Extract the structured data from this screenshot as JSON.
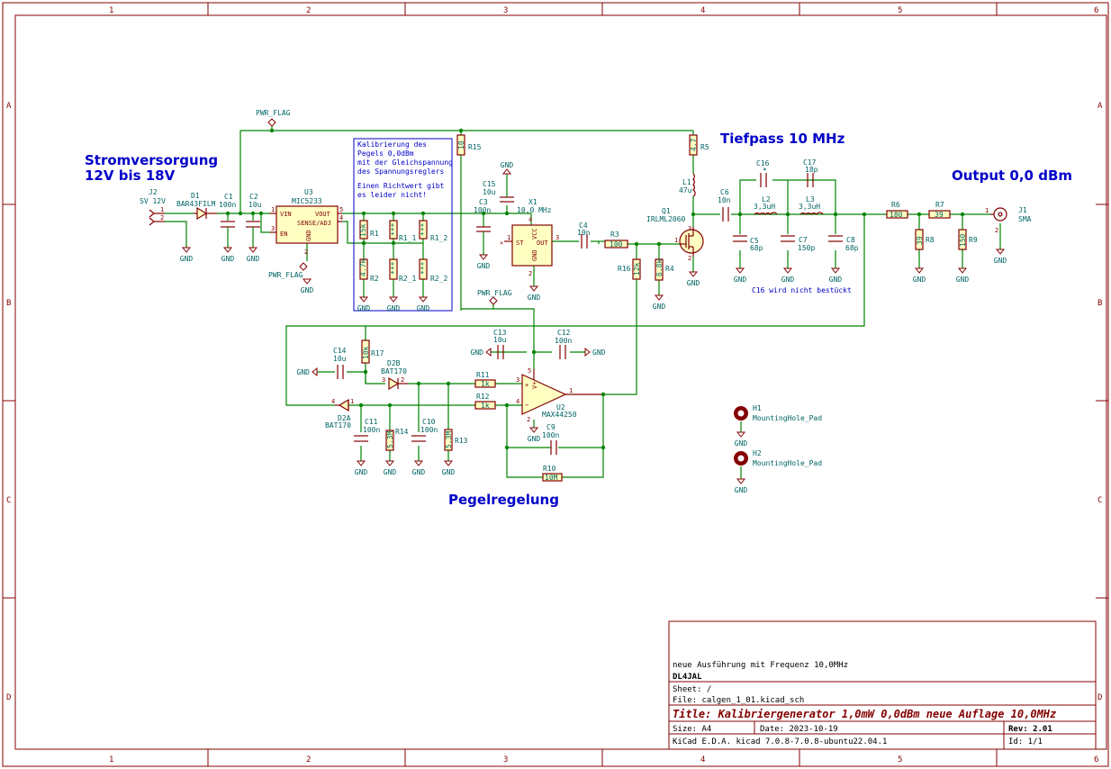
{
  "border": {
    "columns": [
      "1",
      "2",
      "3",
      "4",
      "5",
      "6"
    ],
    "rows": [
      "A",
      "B",
      "C",
      "D"
    ]
  },
  "headings": {
    "power_title": "Stromversorgung",
    "power_range": "12V bis 18V",
    "lowpass": "Tiefpass 10 MHz",
    "output": "Output 0,0 dBm",
    "level_control": "Pegelregelung"
  },
  "notes": {
    "calibration_lines": [
      "Kalibrierung des",
      "Pegels 0,0dBm",
      "mit der Gleichspannung",
      "des Spannungsreglers"
    ],
    "calibration_hint_lines": [
      "Einen Richtwert gibt",
      "es leider nicht!"
    ],
    "c16_note": "C16 wird nicht bestückt"
  },
  "components": {
    "J2": {
      "ref": "J2",
      "value": "SV 12V"
    },
    "D1": {
      "ref": "D1",
      "value": "BAR43FILM"
    },
    "C1": {
      "ref": "C1",
      "value": "100n"
    },
    "C2": {
      "ref": "C2",
      "value": "10u"
    },
    "U3": {
      "ref": "U3",
      "value": "MIC5233",
      "pins": {
        "vin": "VIN",
        "en": "EN",
        "vout": "VOUT",
        "sense": "SENSE/ADJ",
        "gnd": "GND"
      }
    },
    "R1": {
      "ref": "R1",
      "value": "15k"
    },
    "R1_1": {
      "ref": "R1_1",
      "value": "***"
    },
    "R1_2": {
      "ref": "R1_2",
      "value": "***"
    },
    "R2": {
      "ref": "R2",
      "value": "4.7k"
    },
    "R2_1": {
      "ref": "R2_1",
      "value": "***"
    },
    "R2_2": {
      "ref": "R2_2",
      "value": "***"
    },
    "R15": {
      "ref": "R15",
      "value": "10"
    },
    "C15": {
      "ref": "C15",
      "value": "10u"
    },
    "C3": {
      "ref": "C3",
      "value": "100n"
    },
    "X1": {
      "ref": "X1",
      "value": "10,0 MHz",
      "pins": {
        "st": "ST",
        "out": "OUT",
        "vcc": "VCC",
        "gnd": "GND"
      }
    },
    "C4": {
      "ref": "C4",
      "value": "10n"
    },
    "R3": {
      "ref": "R3",
      "value": "100"
    },
    "R16": {
      "ref": "R16",
      "value": "12k"
    },
    "R4": {
      "ref": "R4",
      "value": "6.8k"
    },
    "R5": {
      "ref": "R5",
      "value": "4.7"
    },
    "L1": {
      "ref": "L1",
      "value": "47u"
    },
    "Q1": {
      "ref": "Q1",
      "value": "IRLML2060"
    },
    "C6": {
      "ref": "C6",
      "value": "10n"
    },
    "C5": {
      "ref": "C5",
      "value": "68p"
    },
    "C16": {
      "ref": "C16",
      "value": "*"
    },
    "L2": {
      "ref": "L2",
      "value": "3,3uH"
    },
    "C7": {
      "ref": "C7",
      "value": "150p"
    },
    "C17": {
      "ref": "C17",
      "value": "18p"
    },
    "L3": {
      "ref": "L3",
      "value": "3,3uH"
    },
    "C8": {
      "ref": "C8",
      "value": "68p"
    },
    "R6": {
      "ref": "R6",
      "value": "180"
    },
    "R7": {
      "ref": "R7",
      "value": "39"
    },
    "R8": {
      "ref": "R8",
      "value": "39"
    },
    "R9": {
      "ref": "R9",
      "value": "150"
    },
    "J1": {
      "ref": "J1",
      "value": "SMA"
    },
    "C13": {
      "ref": "C13",
      "value": "10u"
    },
    "C12": {
      "ref": "C12",
      "value": "100n"
    },
    "C14": {
      "ref": "C14",
      "value": "10u"
    },
    "R17": {
      "ref": "R17",
      "value": "10k"
    },
    "D2B": {
      "ref": "D2B",
      "value": "BAT170"
    },
    "D2A": {
      "ref": "D2A",
      "value": "BAT170"
    },
    "R11": {
      "ref": "R11",
      "value": "1k"
    },
    "R12": {
      "ref": "R12",
      "value": "1k"
    },
    "U2": {
      "ref": "U2",
      "value": "MAX44250"
    },
    "C11": {
      "ref": "C11",
      "value": "100n"
    },
    "R14": {
      "ref": "R14",
      "value": "5.3M"
    },
    "C10": {
      "ref": "C10",
      "value": "100n"
    },
    "R13": {
      "ref": "R13",
      "value": "5.3M"
    },
    "C9": {
      "ref": "C9",
      "value": "100n"
    },
    "R10": {
      "ref": "R10",
      "value": "10M"
    },
    "H1": {
      "ref": "H1",
      "value": "MountingHole_Pad"
    },
    "H2": {
      "ref": "H2",
      "value": "MountingHole_Pad"
    }
  },
  "net_labels": {
    "gnd": "GND",
    "pwr_flag": "PWR_FLAG"
  },
  "title_block": {
    "comment": "neue Ausführung mit Frequenz 10,0MHz",
    "author": "DL4JAL",
    "sheet": "Sheet: /",
    "file": "File: calgen_1_01.kicad_sch",
    "title": "Title: Kalibriergenerator 1,0mW 0,0dBm neue Auflage 10,0MHz",
    "size": "Size: A4",
    "date": "Date: 2023-10-19",
    "rev": "Rev: 2.01",
    "tool": "KiCad E.D.A.  kicad 7.0.8-7.0.8-ubuntu22.04.1",
    "id": "Id: 1/1"
  }
}
